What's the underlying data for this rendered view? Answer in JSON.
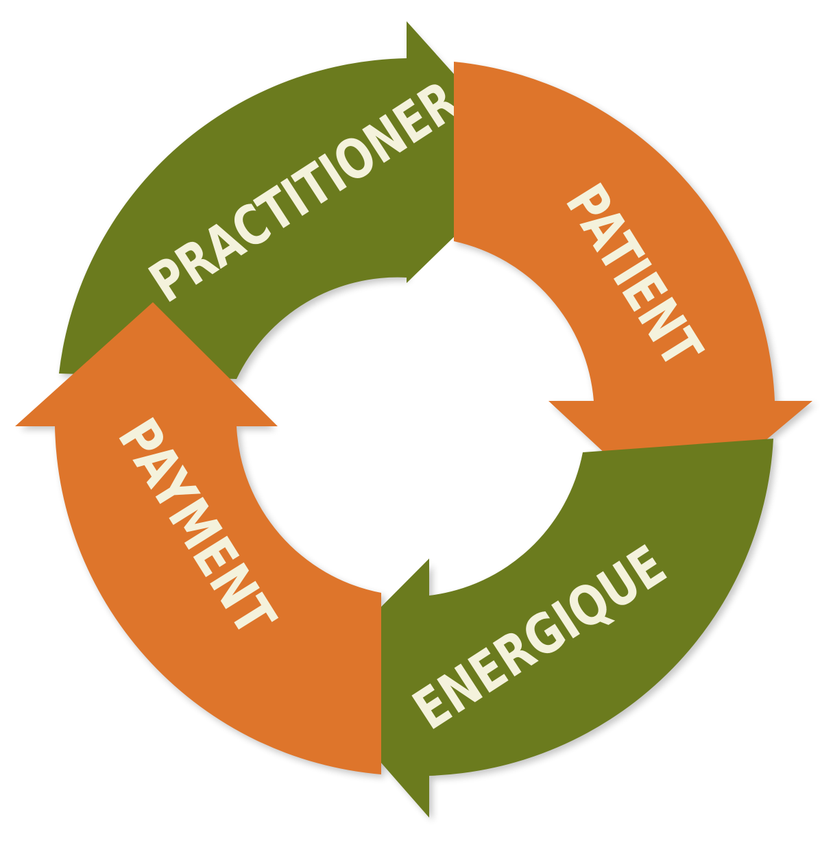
{
  "diagram": {
    "type": "cycle",
    "colors": {
      "green": "#6b7b1e",
      "orange": "#de752b",
      "label": "#f4f2dc"
    },
    "segments": [
      {
        "label": "PRACTITIONER",
        "color": "#6b7b1e",
        "next": "PATIENT"
      },
      {
        "label": "PATIENT",
        "color": "#de752b",
        "next": "ENERGIQUE"
      },
      {
        "label": "ENERGIQUE",
        "color": "#6b7b1e",
        "next": "PAYMENT"
      },
      {
        "label": "PAYMENT",
        "color": "#de752b",
        "next": "PRACTITIONER"
      }
    ]
  }
}
